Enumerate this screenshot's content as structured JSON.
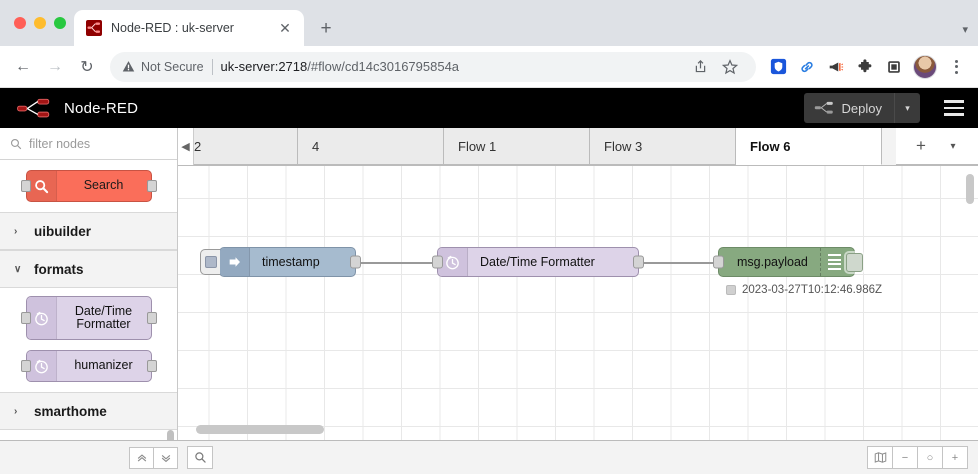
{
  "browser": {
    "tab": {
      "favicon": "nodered-favicon",
      "title": "Node-RED : uk-server",
      "close_label": "✕"
    },
    "newtab_label": "+",
    "tabstrip_caret": "▾",
    "toolbar": {
      "back_icon": "←",
      "forward_icon": "→",
      "reload_icon": "↻",
      "security_label": "Not Secure",
      "url_host": "uk-server:2718",
      "url_path": "/#flow/cd14c3016795854a",
      "share_icon": "share-icon",
      "bookmark_icon": "☆",
      "extensions": [
        "shield-badge-icon",
        "link-icon",
        "megaphone-icon",
        "puzzle-piece-icon",
        "square-icon"
      ],
      "avatar_name": "user-avatar",
      "menu_icon": "kebab-menu-icon"
    }
  },
  "nodered": {
    "brand": "Node-RED",
    "deploy": {
      "label": "Deploy",
      "caret": "▾"
    },
    "menu_icon": "hamburger-menu-icon",
    "palette": {
      "filter_placeholder": "filter nodes",
      "search_node": {
        "label": "Search",
        "icon": "magnifier-icon"
      },
      "categories": [
        {
          "name": "uibuilder",
          "expanded": false,
          "chevron": "›",
          "nodes": []
        },
        {
          "name": "formats",
          "expanded": true,
          "chevron": "∨",
          "nodes": [
            {
              "label": "Date/Time Formatter",
              "icon": "clock-icon"
            },
            {
              "label": "humanizer",
              "icon": "clock-icon"
            }
          ]
        },
        {
          "name": "smarthome",
          "expanded": false,
          "chevron": "›",
          "nodes": []
        }
      ]
    },
    "tabbar": {
      "scroll_left_icon": "◀",
      "tabs": [
        {
          "label": "2",
          "active": false,
          "partial": true
        },
        {
          "label": "4",
          "active": false,
          "partial": false
        },
        {
          "label": "Flow 1",
          "active": false,
          "partial": false
        },
        {
          "label": "Flow 3",
          "active": false,
          "partial": false
        },
        {
          "label": "Flow 6",
          "active": true,
          "partial": false
        }
      ],
      "add_label": "+",
      "menu_label": "▾"
    },
    "flow": {
      "nodes": [
        {
          "id": "inject",
          "label": "timestamp",
          "icon": "inject-arrow-icon",
          "type": "inject"
        },
        {
          "id": "formatter",
          "label": "Date/Time Formatter",
          "icon": "clock-icon",
          "type": "function"
        },
        {
          "id": "debug",
          "label": "msg.payload",
          "icon": "debug-list-icon",
          "type": "debug"
        }
      ],
      "debug_status": "2023-03-27T10:12:46.986Z"
    },
    "footer": {
      "collapse_all_icon": "»",
      "expand_all_icon": "»",
      "search_icon": "search-icon",
      "navigator_icon": "map-icon",
      "zoom_out_label": "−",
      "zoom_reset_label": "○",
      "zoom_in_label": "+"
    }
  },
  "colors": {
    "nodered_red": "#8f0000",
    "inject_node": "#a6bbcf",
    "format_node": "#ddd3e8",
    "debug_node": "#87a980",
    "search_node": "#fa6e5a"
  }
}
